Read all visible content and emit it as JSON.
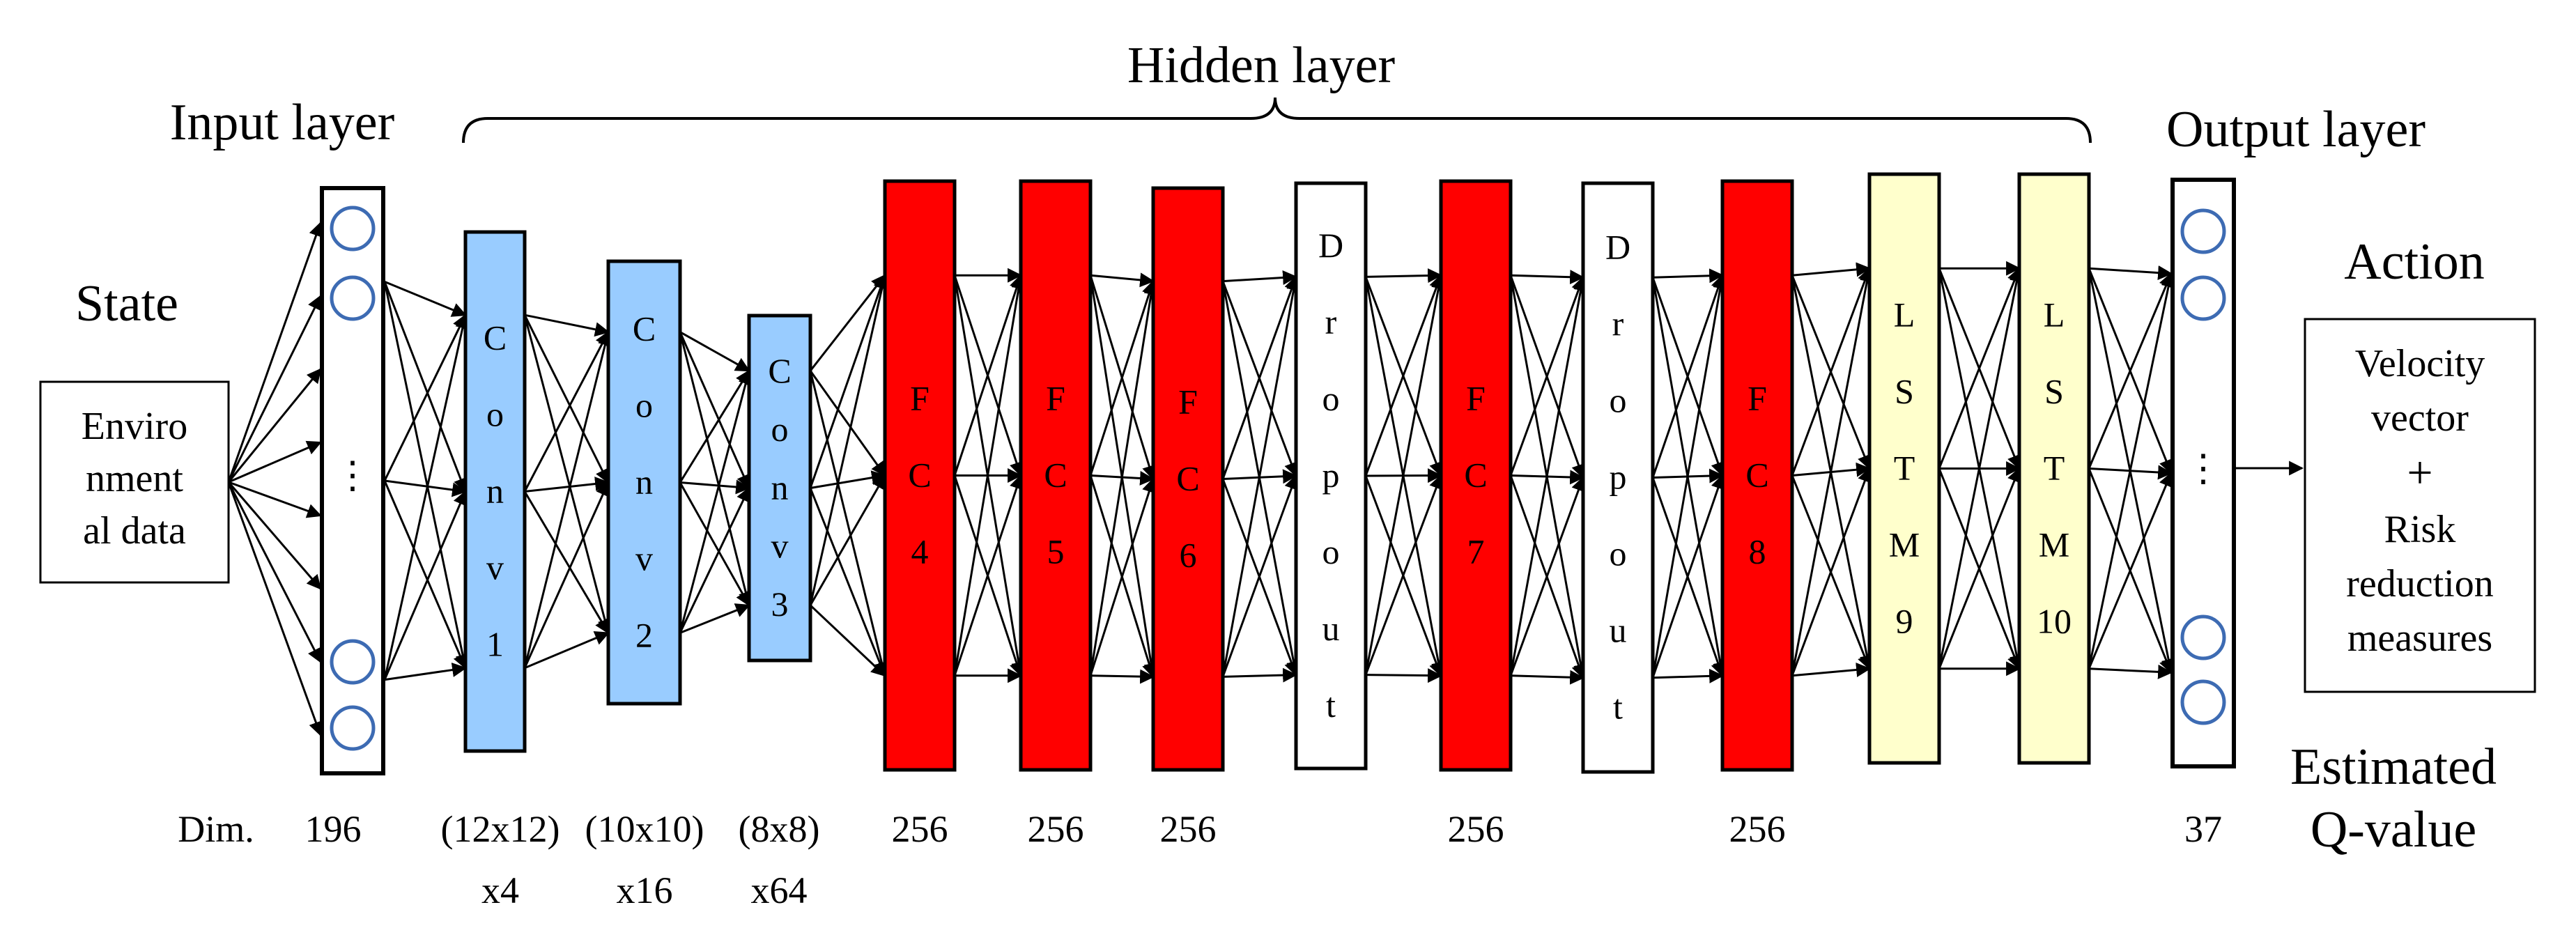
{
  "labels": {
    "hidden_layer": "Hidden layer",
    "input_layer": "Input layer",
    "output_layer": "Output layer",
    "state": "State",
    "action": "Action",
    "estimated_q_line1": "Estimated",
    "estimated_q_line2": "Q-value",
    "dim_prefix": "Dim."
  },
  "env_box": {
    "lines": [
      "Enviro",
      "nment",
      "al data"
    ]
  },
  "action_box": {
    "lines": [
      "Velocity",
      "vector",
      "+",
      "Risk",
      "reduction",
      "measures"
    ]
  },
  "input_layer": {
    "ellipsis": "⋮",
    "dim": "196"
  },
  "output_layer": {
    "ellipsis": "⋮",
    "dim": "37"
  },
  "layers": [
    {
      "name": "Conv 1",
      "chars": [
        "C",
        "o",
        "n",
        "v",
        "1"
      ],
      "color": "#99ccff",
      "dim": [
        "(12x12)",
        "x4"
      ]
    },
    {
      "name": "Conv 2",
      "chars": [
        "C",
        "o",
        "n",
        "v",
        "2"
      ],
      "color": "#99ccff",
      "dim": [
        "(10x10)",
        "x16"
      ]
    },
    {
      "name": "Conv 3",
      "chars": [
        "C",
        "o",
        "n",
        "v",
        "3"
      ],
      "color": "#99ccff",
      "dim": [
        "(8x8)",
        "x64"
      ]
    },
    {
      "name": "FC 4",
      "chars": [
        "F",
        "C",
        "4"
      ],
      "color": "#ff0000",
      "dim": [
        "256"
      ]
    },
    {
      "name": "FC 5",
      "chars": [
        "F",
        "C",
        "5"
      ],
      "color": "#ff0000",
      "dim": [
        "256"
      ]
    },
    {
      "name": "FC 6",
      "chars": [
        "F",
        "C",
        "6"
      ],
      "color": "#ff0000",
      "dim": [
        "256"
      ]
    },
    {
      "name": "Dropout",
      "chars": [
        "D",
        "r",
        "o",
        "p",
        "o",
        "u",
        "t"
      ],
      "color": "#ffffff",
      "dim": []
    },
    {
      "name": "FC 7",
      "chars": [
        "F",
        "C",
        "7"
      ],
      "color": "#ff0000",
      "dim": [
        "256"
      ]
    },
    {
      "name": "Dropout",
      "chars": [
        "D",
        "r",
        "o",
        "p",
        "o",
        "u",
        "t"
      ],
      "color": "#ffffff",
      "dim": []
    },
    {
      "name": "FC 8",
      "chars": [
        "F",
        "C",
        "8"
      ],
      "color": "#ff0000",
      "dim": [
        "256"
      ]
    },
    {
      "name": "LSTM 9",
      "chars": [
        "L",
        "S",
        "T",
        "M",
        "9"
      ],
      "color": "#ffffcc",
      "dim": []
    },
    {
      "name": "LSTM 10",
      "chars": [
        "L",
        "S",
        "T",
        "M",
        "10"
      ],
      "color": "#ffffcc",
      "dim": []
    }
  ]
}
